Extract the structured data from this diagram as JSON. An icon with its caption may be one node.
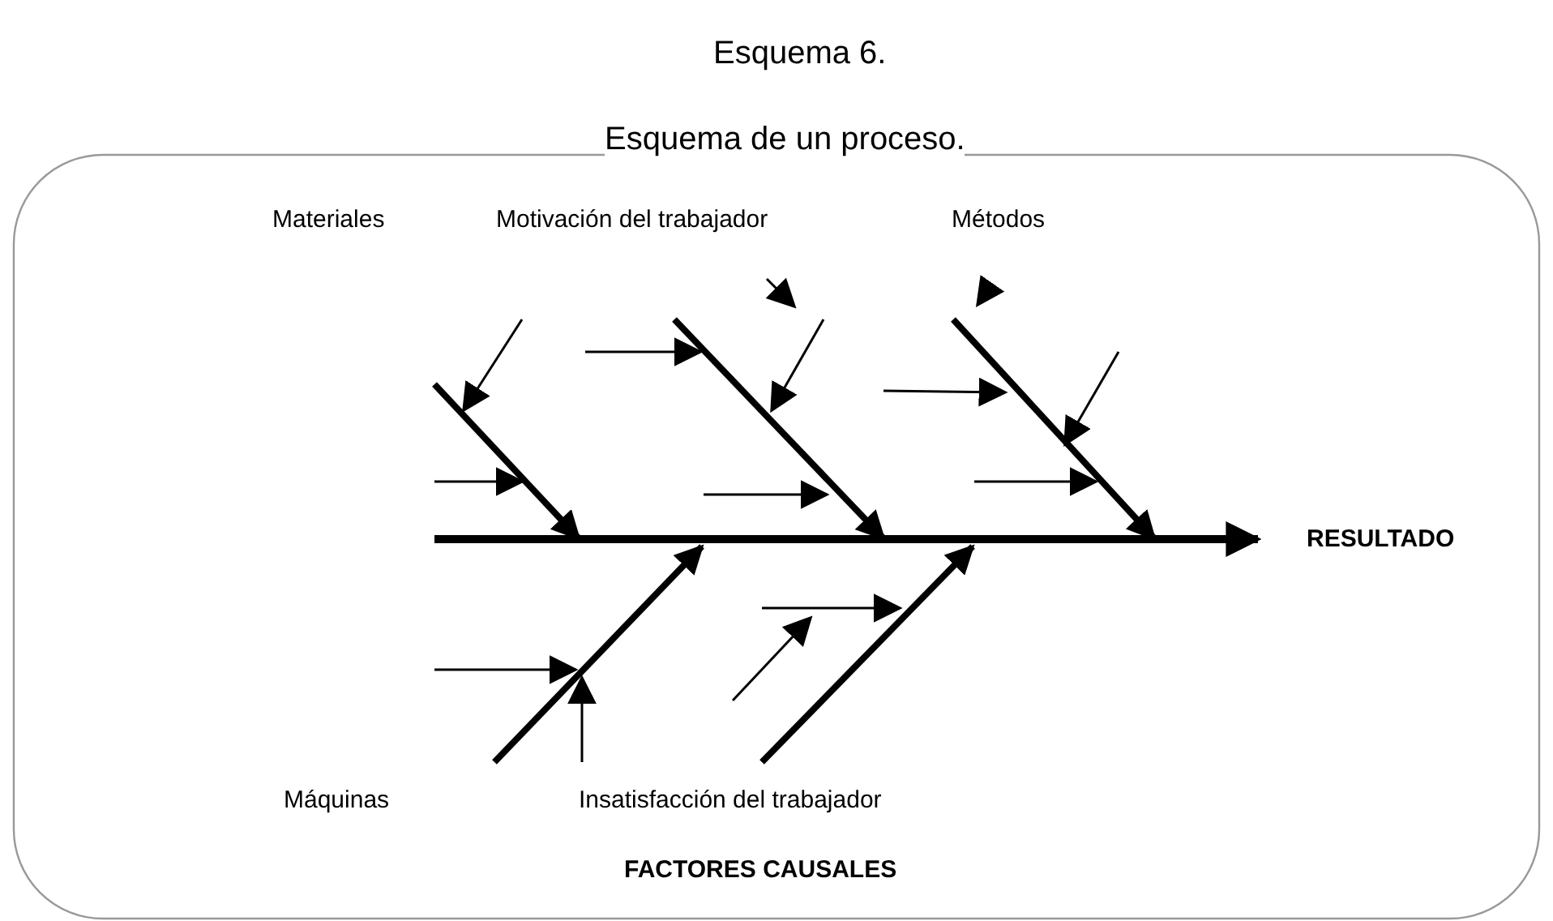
{
  "diagram": {
    "title": "Esquema 6.",
    "nodes": [
      {
        "text": [
          "FACTORES CAUSALES"
        ]
      },
      {
        "text": [
          "Materiales"
        ],
        "in": 0
      },
      {
        "text": [
          "Motivación del trabajador"
        ],
        "in": 0
      },
      {
        "text": [
          "Métodos"
        ],
        "in": 0
      },
      {
        "text": [
          "RESULTADO"
        ],
        "in": 0
      },
      {
        "text": [
          "Máquinas"
        ],
        "in": 0
      },
      {
        "text": [
          "Insatisfacción del trabajador"
        ],
        "in": 0
      }
    ],
    "edges": [
      {
        "from": null,
        "to": 4,
        "arrow": "to"
      }
    ],
    "labels": [
      "Esquema de un proceso."
    ]
  }
}
